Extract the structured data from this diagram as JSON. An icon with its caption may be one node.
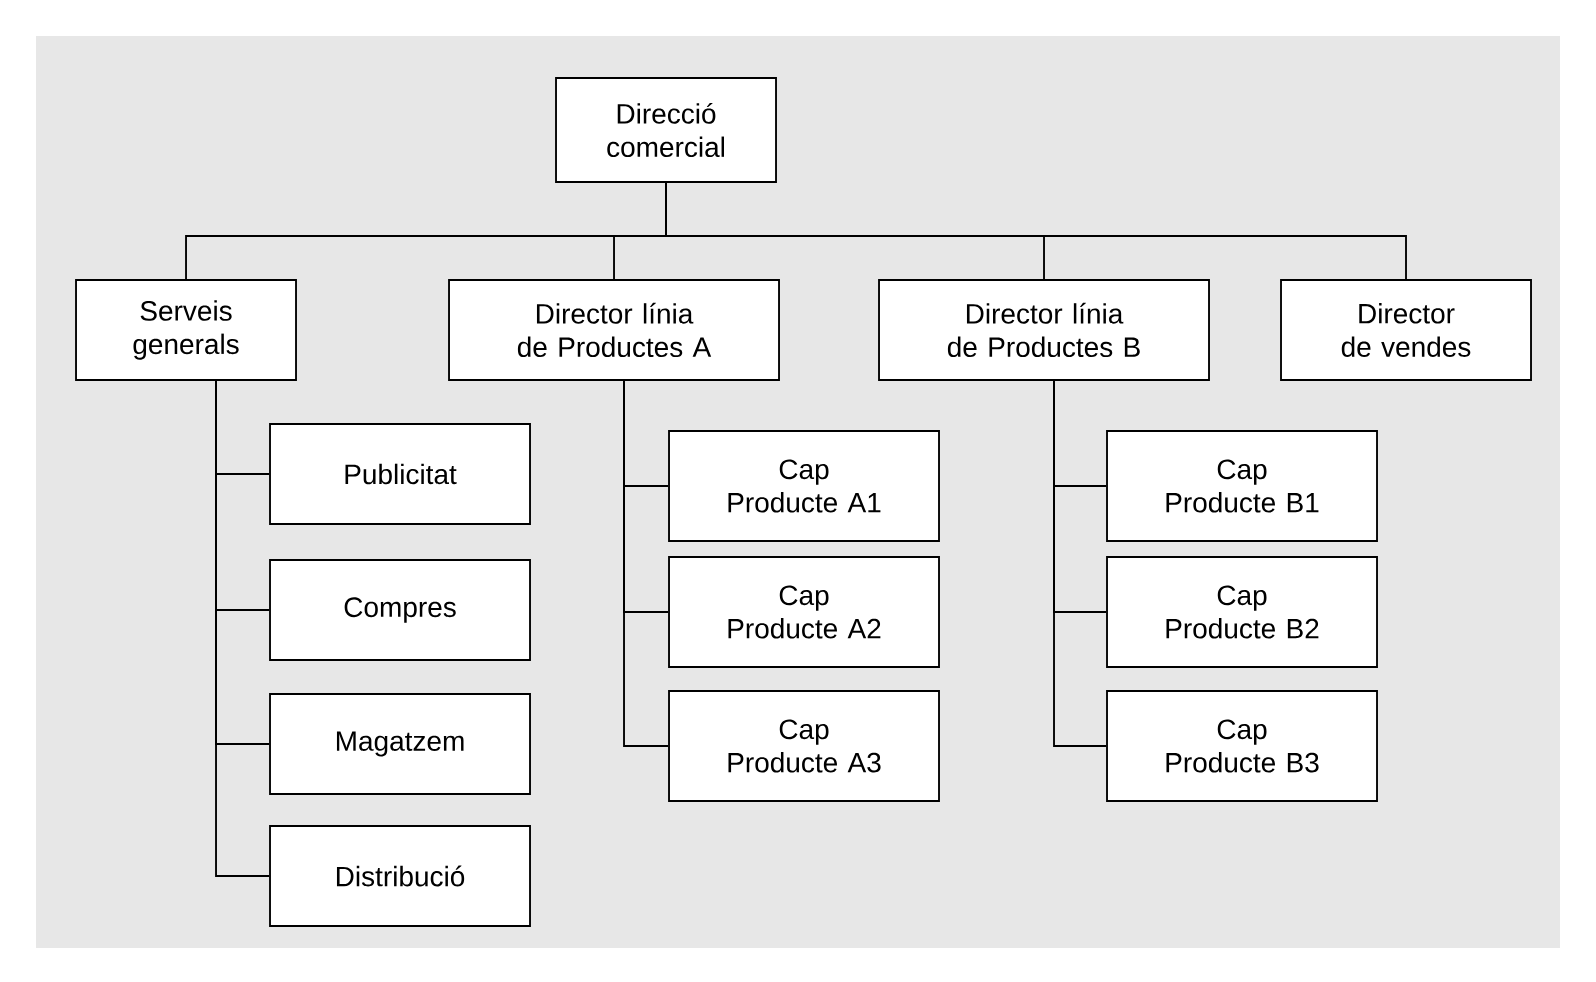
{
  "diagram": {
    "nodes": [
      {
        "text": [
          "Direcció comercial"
        ]
      },
      {
        "text": [
          "Serveis generals"
        ]
      },
      {
        "text": [
          "Director línia de Productes A"
        ]
      },
      {
        "text": [
          "Director línia de Productes B"
        ]
      },
      {
        "text": [
          "Director de vendes"
        ]
      },
      {
        "text": [
          "Publicitat"
        ]
      },
      {
        "text": [
          "Compres"
        ]
      },
      {
        "text": [
          "Magatzem"
        ]
      },
      {
        "text": [
          "Distribució"
        ]
      },
      {
        "text": [
          "Cap Producte A1"
        ]
      },
      {
        "text": [
          "Cap Producte A2"
        ]
      },
      {
        "text": [
          "Cap Producte A3"
        ]
      },
      {
        "text": [
          "Cap Producte B1"
        ]
      },
      {
        "text": [
          "Cap Producte B2"
        ]
      },
      {
        "text": [
          "Cap Producte B3"
        ]
      }
    ],
    "edges": [
      {
        "from": 0,
        "to": 1,
        "arrow": "none"
      },
      {
        "from": 0,
        "to": 2,
        "arrow": "none"
      },
      {
        "from": 0,
        "to": 3,
        "arrow": "none"
      },
      {
        "from": 0,
        "to": 4,
        "arrow": "none"
      },
      {
        "from": 1,
        "to": 5,
        "arrow": "none"
      },
      {
        "from": 1,
        "to": 6,
        "arrow": "none"
      },
      {
        "from": 1,
        "to": 7,
        "arrow": "none"
      },
      {
        "from": 1,
        "to": 8,
        "arrow": "none"
      },
      {
        "from": 2,
        "to": 9,
        "arrow": "none"
      },
      {
        "from": 2,
        "to": 10,
        "arrow": "none"
      },
      {
        "from": 2,
        "to": 11,
        "arrow": "none"
      },
      {
        "from": 3,
        "to": 12,
        "arrow": "none"
      },
      {
        "from": 3,
        "to": 13,
        "arrow": "none"
      },
      {
        "from": 3,
        "to": 14,
        "arrow": "none"
      }
    ]
  }
}
